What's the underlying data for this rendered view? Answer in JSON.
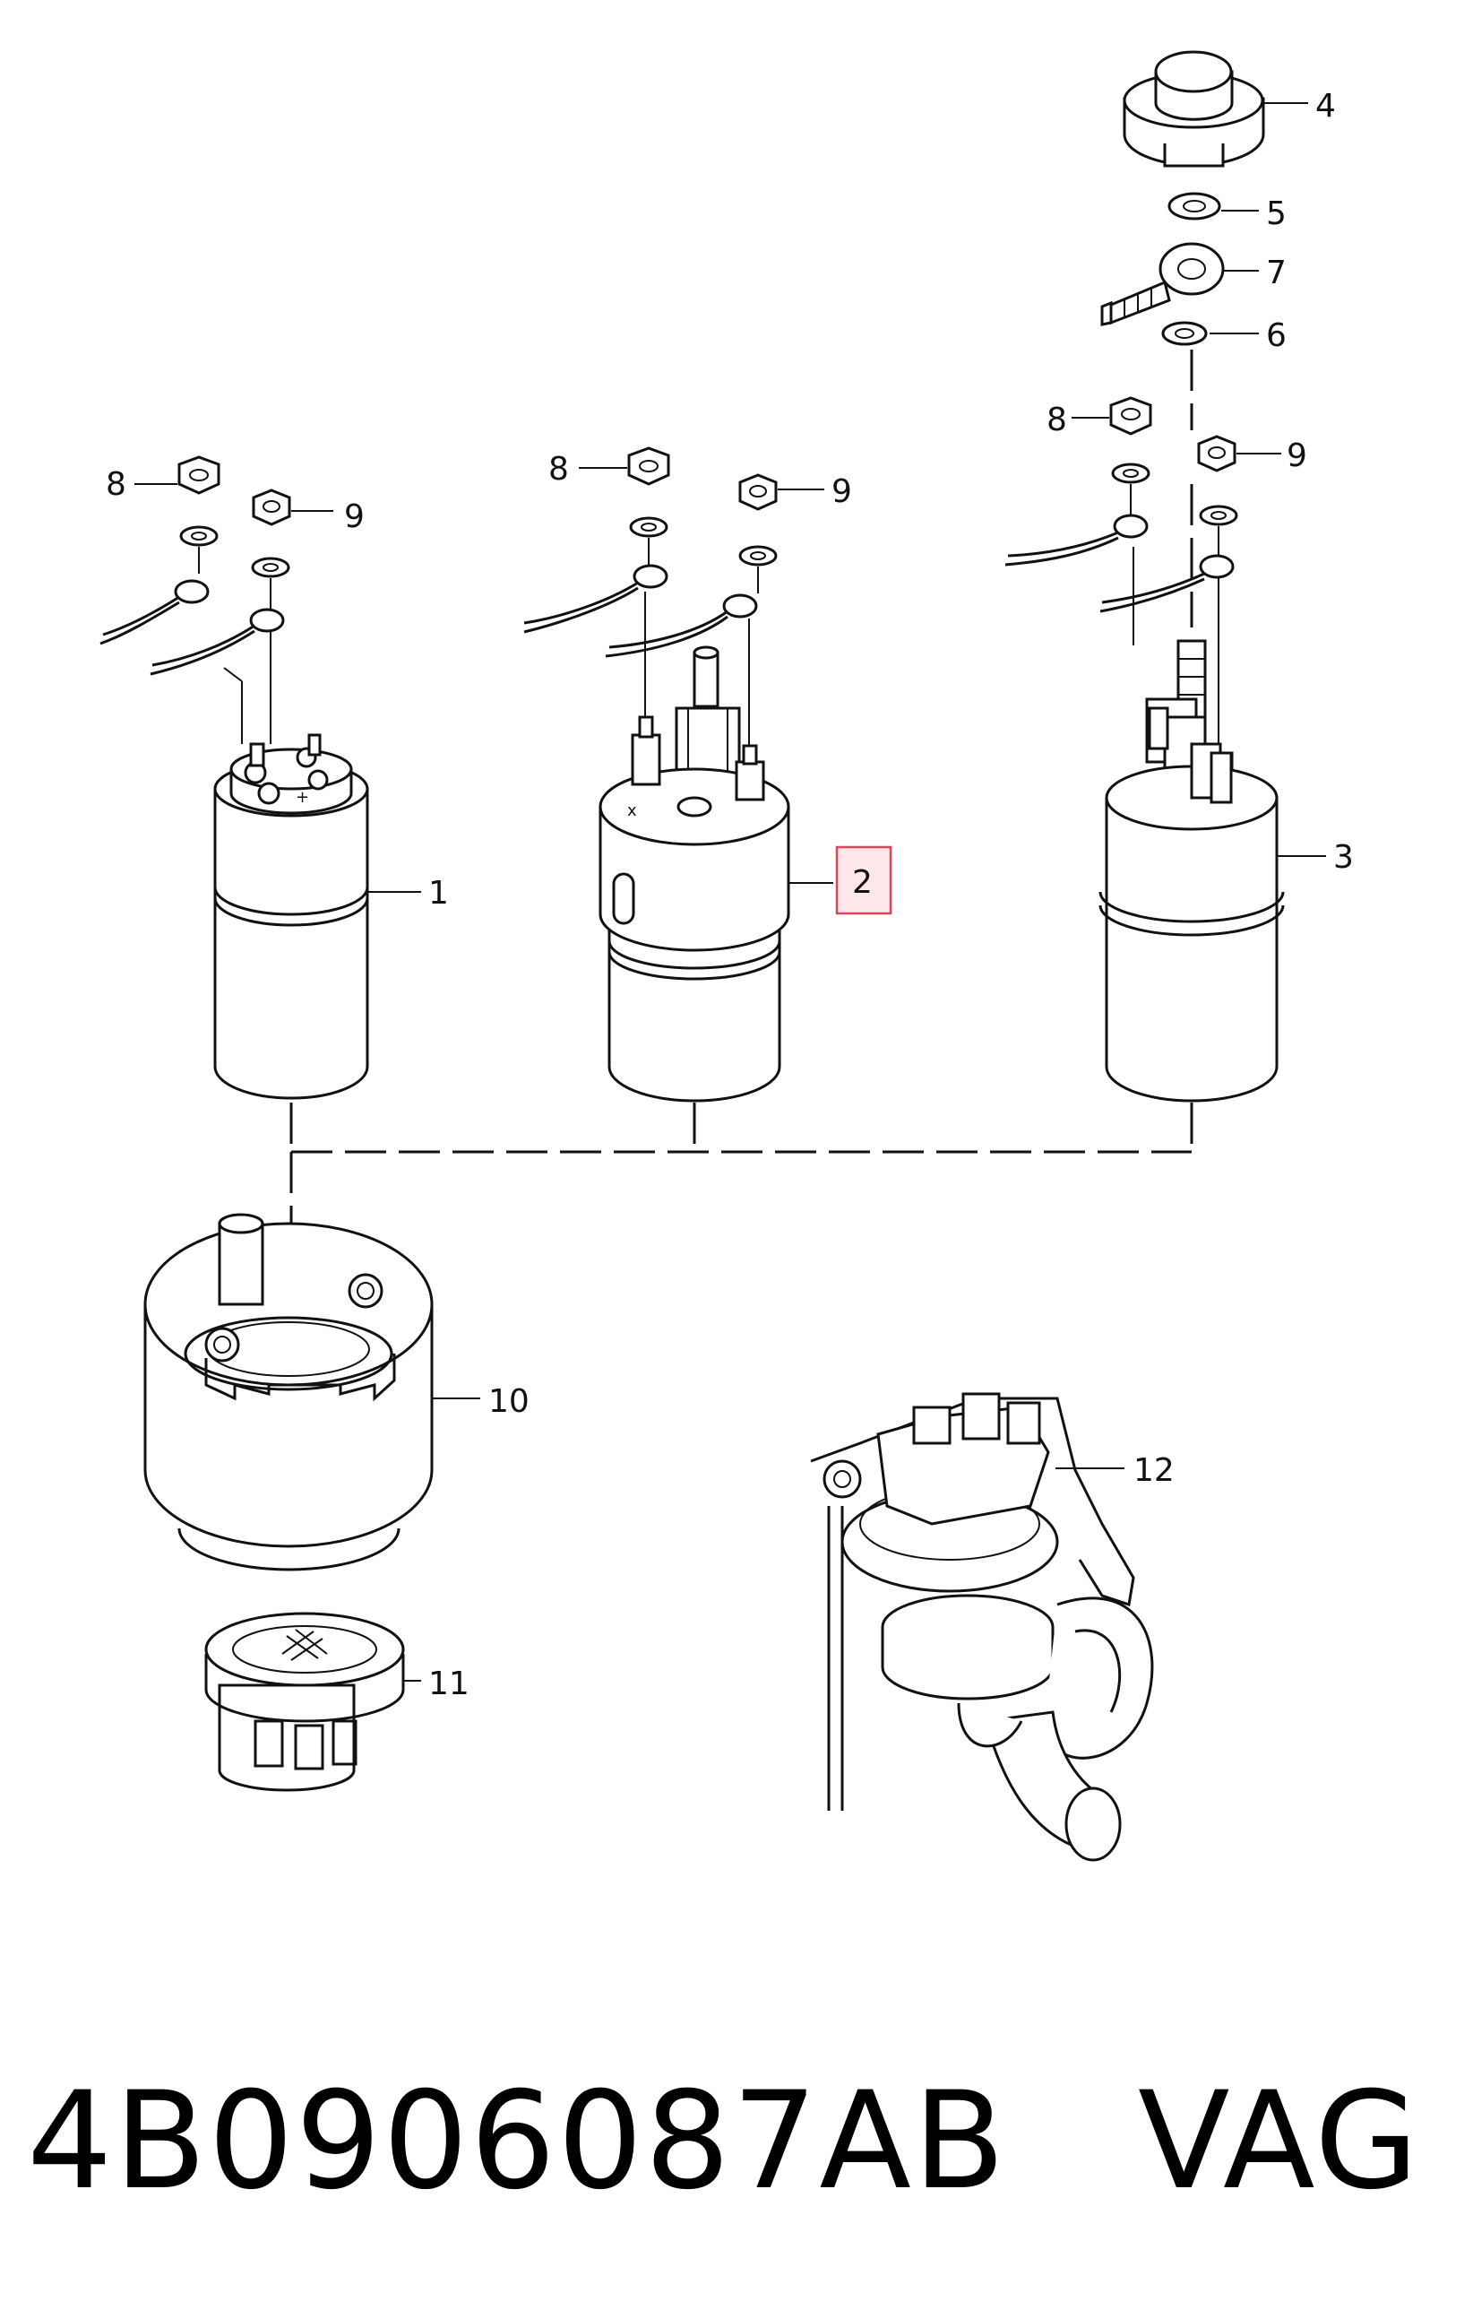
{
  "callouts": {
    "c1": "1",
    "c2": "2",
    "c3": "3",
    "c4": "4",
    "c5": "5",
    "c6": "6",
    "c7": "7",
    "c8a": "8",
    "c8b": "8",
    "c8c": "8",
    "c9a": "9",
    "c9b": "9",
    "c9c": "9",
    "c10": "10",
    "c11": "11",
    "c12": "12"
  },
  "highlighted_callout": "2",
  "highlight_color": "#d9485a",
  "part_number": "4B0906087AB",
  "brand": "VAG"
}
